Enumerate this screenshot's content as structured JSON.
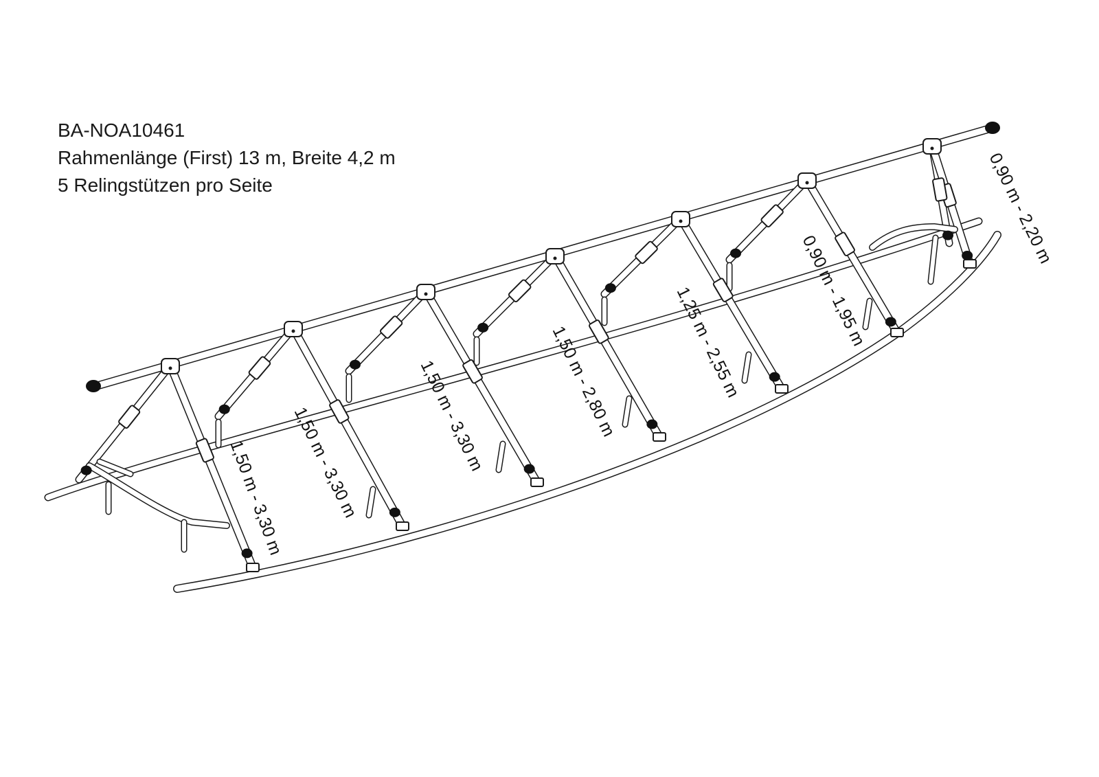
{
  "header": {
    "code": "BA-NOA10461",
    "spec": "Rahmenlänge (First) 13 m, Breite 4,2 m",
    "supports": "5 Relingstützen pro Seite"
  },
  "dimensions": [
    "1,50 m - 3,30 m",
    "1,50 m - 3,30 m",
    "1,50 m - 3,30 m",
    "1,50 m - 2,80 m",
    "1,25 m - 2,55 m",
    "0,90 m - 1,95 m",
    "0,90 m - 2,20 m"
  ],
  "colors": {
    "outline": "#1a1a1a",
    "tube": "#ffffff",
    "cap": "#111111"
  }
}
